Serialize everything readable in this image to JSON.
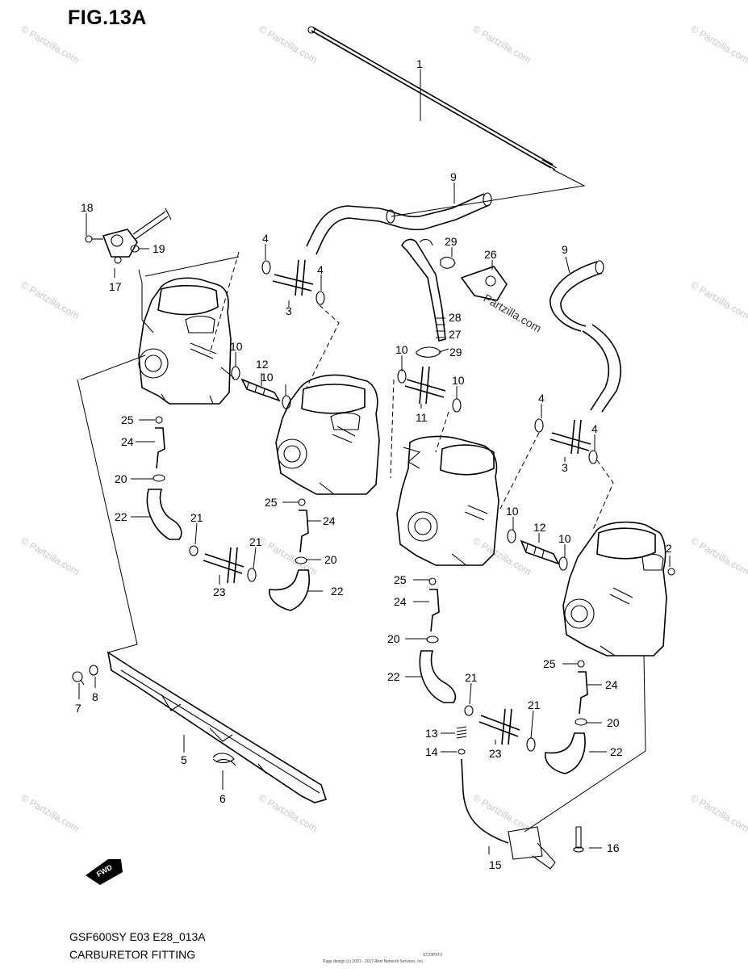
{
  "figure": {
    "title": "FIG.13A",
    "model_code": "GSF600SY E03 E28_013A",
    "name": "CARBURETOR FITTING",
    "copyright_line": "Page design (c) 2001 - 2017 Ariel Network Services, Inc.",
    "small_code": "ST23P3T3"
  },
  "watermark": {
    "text": "© Partzilla.com",
    "center_text": "Partzilla.com"
  },
  "fwd_label": "FWD",
  "callouts": [
    {
      "id": "c1",
      "label": "1"
    },
    {
      "id": "c2",
      "label": "2"
    },
    {
      "id": "c3a",
      "label": "3"
    },
    {
      "id": "c3b",
      "label": "3"
    },
    {
      "id": "c4a",
      "label": "4"
    },
    {
      "id": "c4b",
      "label": "4"
    },
    {
      "id": "c4c",
      "label": "4"
    },
    {
      "id": "c4d",
      "label": "4"
    },
    {
      "id": "c5",
      "label": "5"
    },
    {
      "id": "c6",
      "label": "6"
    },
    {
      "id": "c7",
      "label": "7"
    },
    {
      "id": "c8",
      "label": "8"
    },
    {
      "id": "c9a",
      "label": "9"
    },
    {
      "id": "c9b",
      "label": "9"
    },
    {
      "id": "c10a",
      "label": "10"
    },
    {
      "id": "c10b",
      "label": "10"
    },
    {
      "id": "c10c",
      "label": "10"
    },
    {
      "id": "c10d",
      "label": "10"
    },
    {
      "id": "c10e",
      "label": "10"
    },
    {
      "id": "c10f",
      "label": "10"
    },
    {
      "id": "c11",
      "label": "11"
    },
    {
      "id": "c12a",
      "label": "12"
    },
    {
      "id": "c12b",
      "label": "12"
    },
    {
      "id": "c13",
      "label": "13"
    },
    {
      "id": "c14",
      "label": "14"
    },
    {
      "id": "c15",
      "label": "15"
    },
    {
      "id": "c16",
      "label": "16"
    },
    {
      "id": "c17",
      "label": "17"
    },
    {
      "id": "c18",
      "label": "18"
    },
    {
      "id": "c19",
      "label": "19"
    },
    {
      "id": "c20a",
      "label": "20"
    },
    {
      "id": "c20b",
      "label": "20"
    },
    {
      "id": "c20c",
      "label": "20"
    },
    {
      "id": "c20d",
      "label": "20"
    },
    {
      "id": "c21a",
      "label": "21"
    },
    {
      "id": "c21b",
      "label": "21"
    },
    {
      "id": "c21c",
      "label": "21"
    },
    {
      "id": "c21d",
      "label": "21"
    },
    {
      "id": "c22a",
      "label": "22"
    },
    {
      "id": "c22b",
      "label": "22"
    },
    {
      "id": "c22c",
      "label": "22"
    },
    {
      "id": "c22d",
      "label": "22"
    },
    {
      "id": "c23a",
      "label": "23"
    },
    {
      "id": "c23b",
      "label": "23"
    },
    {
      "id": "c24a",
      "label": "24"
    },
    {
      "id": "c24b",
      "label": "24"
    },
    {
      "id": "c24c",
      "label": "24"
    },
    {
      "id": "c24d",
      "label": "24"
    },
    {
      "id": "c25a",
      "label": "25"
    },
    {
      "id": "c25b",
      "label": "25"
    },
    {
      "id": "c25c",
      "label": "25"
    },
    {
      "id": "c25d",
      "label": "25"
    },
    {
      "id": "c26",
      "label": "26"
    },
    {
      "id": "c27",
      "label": "27"
    },
    {
      "id": "c28",
      "label": "28"
    },
    {
      "id": "c29a",
      "label": "29"
    },
    {
      "id": "c29b",
      "label": "29"
    }
  ]
}
